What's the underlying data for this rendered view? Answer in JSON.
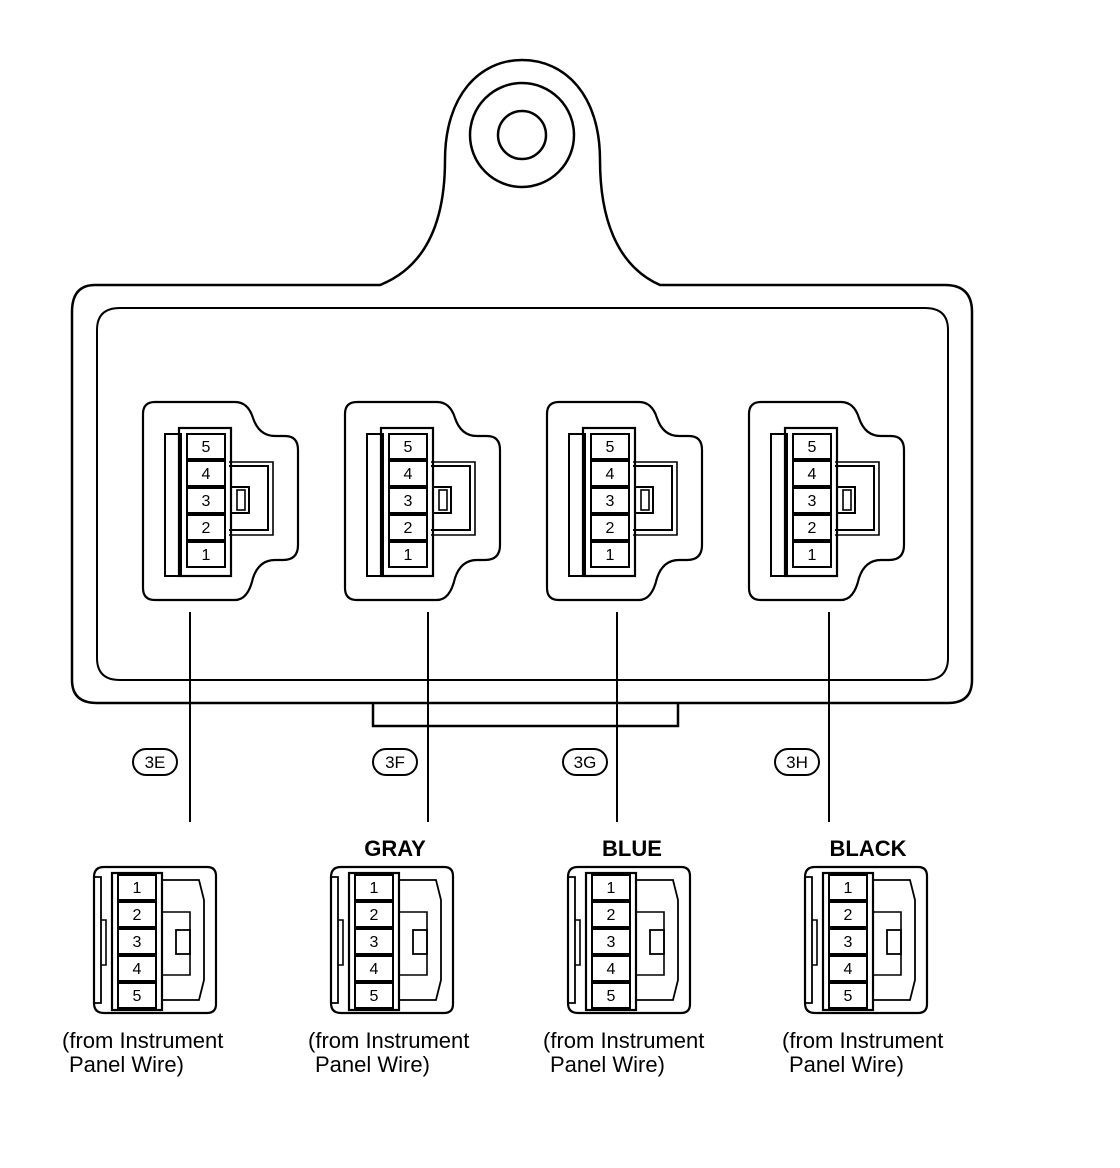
{
  "diagram": {
    "connectors": [
      {
        "tag": "3E",
        "wire_color": "",
        "pins": [
          "1",
          "2",
          "3",
          "4",
          "5"
        ],
        "caption_line1": "(from Instrument",
        "caption_line2": "Panel Wire)"
      },
      {
        "tag": "3F",
        "wire_color": "GRAY",
        "pins": [
          "1",
          "2",
          "3",
          "4",
          "5"
        ],
        "caption_line1": "(from Instrument",
        "caption_line2": "Panel Wire)"
      },
      {
        "tag": "3G",
        "wire_color": "BLUE",
        "pins": [
          "1",
          "2",
          "3",
          "4",
          "5"
        ],
        "caption_line1": "(from Instrument",
        "caption_line2": "Panel Wire)"
      },
      {
        "tag": "3H",
        "wire_color": "BLACK",
        "pins": [
          "1",
          "2",
          "3",
          "4",
          "5"
        ],
        "caption_line1": "(from Instrument",
        "caption_line2": "Panel Wire)"
      }
    ]
  }
}
